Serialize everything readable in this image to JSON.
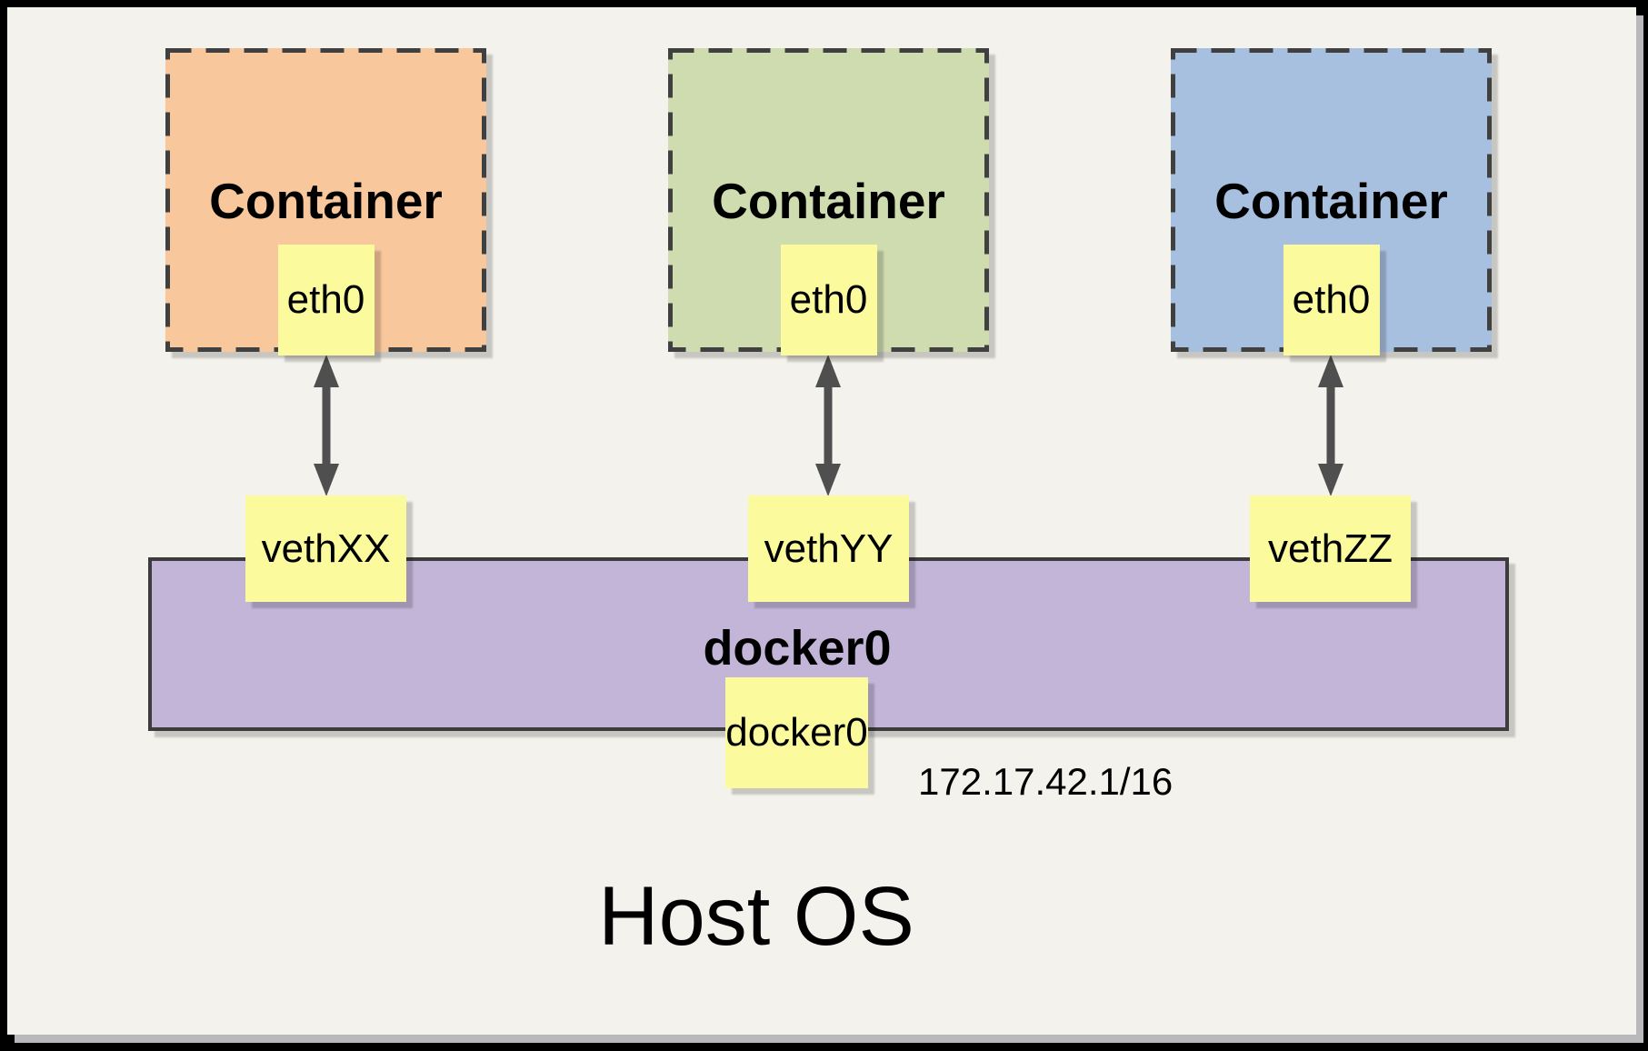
{
  "host": {
    "label": "Host OS"
  },
  "containers": [
    {
      "title": "Container",
      "interface": "eth0",
      "veth": "vethXX",
      "fill": "#F8C79B"
    },
    {
      "title": "Container",
      "interface": "eth0",
      "veth": "vethYY",
      "fill": "#CFDCB0"
    },
    {
      "title": "Container",
      "interface": "eth0",
      "veth": "vethZZ",
      "fill": "#A8C0E0"
    }
  ],
  "bridge": {
    "name": "docker0",
    "interface": "docker0",
    "ip": "172.17.42.1/16",
    "fill": "#C2B5D8"
  },
  "colors": {
    "page_background": "#F4F2EC",
    "frame": "#000000",
    "page_shadow": "#B9B9BB",
    "interface_box": "#FBFB9D",
    "dashed_border": "#404040",
    "bridge_border": "#3C3C3C",
    "arrow": "#4F4F4F",
    "text": "#000000"
  }
}
